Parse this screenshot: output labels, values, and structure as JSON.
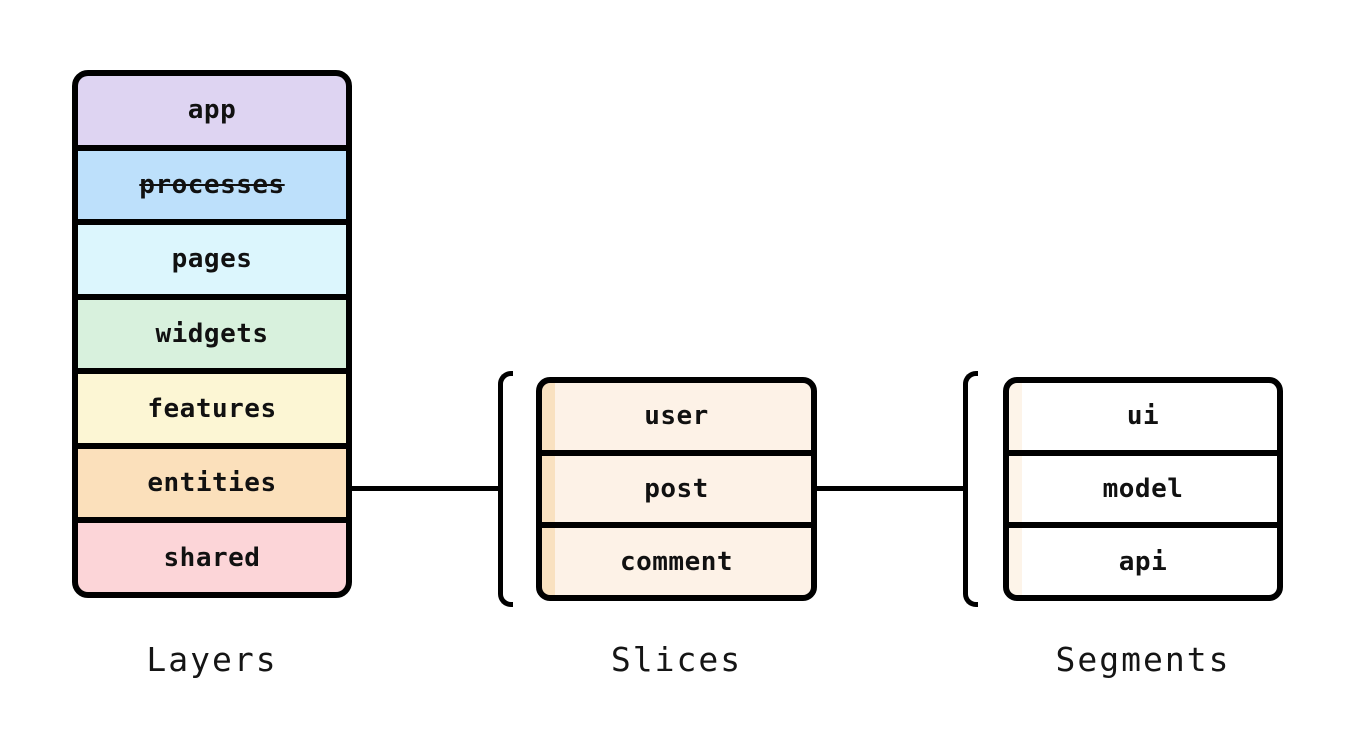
{
  "diagram": {
    "kind": "feature-sliced-design-architecture",
    "line_color": "#000000",
    "background_color": "#ffffff",
    "stacks": [
      {
        "id": "layers",
        "label": "Layers",
        "rows": [
          {
            "label": "app",
            "bg": "#ded4f2"
          },
          {
            "label": "processes",
            "bg": "#bde0fb",
            "deprecated": true
          },
          {
            "label": "pages",
            "bg": "#dcf6fd"
          },
          {
            "label": "widgets",
            "bg": "#d8f1dd"
          },
          {
            "label": "features",
            "bg": "#fcf6d4"
          },
          {
            "label": "entities",
            "bg": "#fbe0bb"
          },
          {
            "label": "shared",
            "bg": "#fcd5d8"
          }
        ]
      },
      {
        "id": "slices",
        "label": "Slices",
        "bg": "#fdf2e7",
        "stripe": "#f9e1c0",
        "rows": [
          {
            "label": "user"
          },
          {
            "label": "post"
          },
          {
            "label": "comment"
          }
        ]
      },
      {
        "id": "segments",
        "label": "Segments",
        "bg": "#ffffff",
        "stripe": "#fdf4e9",
        "rows": [
          {
            "label": "ui"
          },
          {
            "label": "model"
          },
          {
            "label": "api"
          }
        ]
      }
    ],
    "connectors": [
      {
        "from": "layers:entities",
        "to": "slices"
      },
      {
        "from": "slices:post",
        "to": "segments"
      }
    ],
    "brackets": [
      {
        "name": "slices-open-bracket",
        "before": "slices"
      },
      {
        "name": "segments-open-bracket",
        "before": "segments"
      }
    ]
  }
}
